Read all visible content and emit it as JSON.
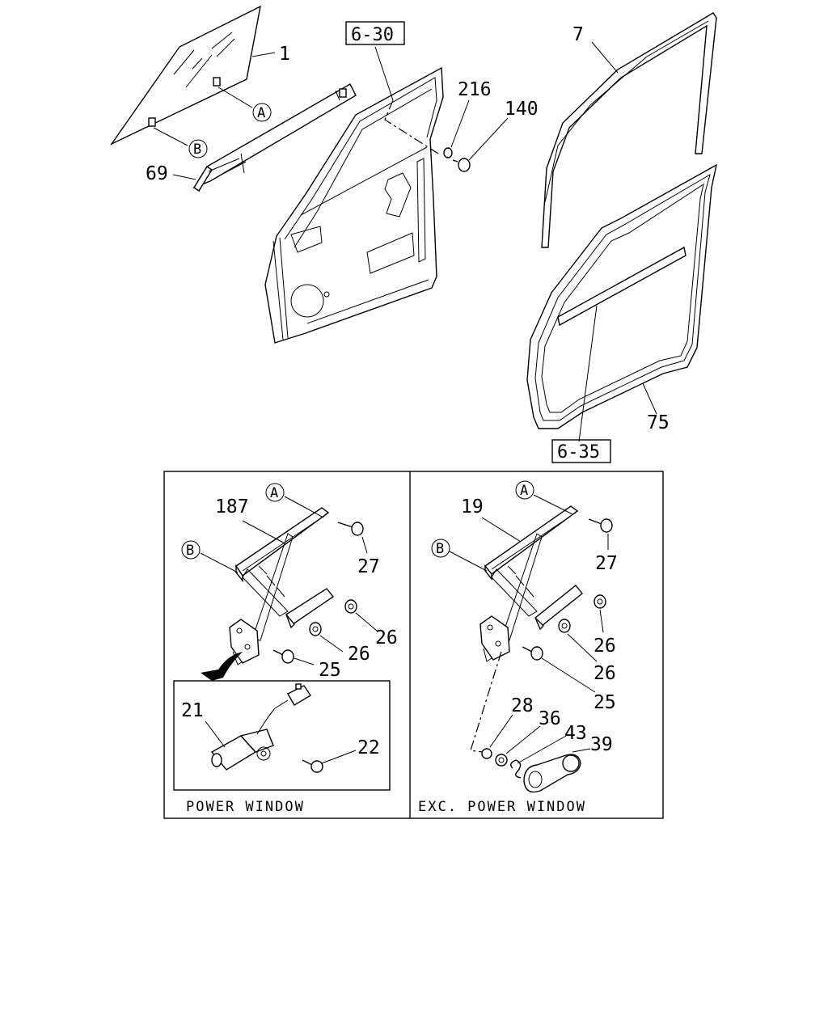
{
  "refs": {
    "door": "6-30",
    "weatherstrip": "6-35"
  },
  "callouts": {
    "glass": "1",
    "run_channel": "7",
    "sash": "69",
    "washer_216": "216",
    "bolt_140": "140",
    "weatherstrip": "75",
    "pw_regulator": "187",
    "pw_bolt_27": "27",
    "pw_nut_26a": "26",
    "pw_nut_26b": "26",
    "pw_bolt_25": "25",
    "pw_motor": "21",
    "pw_screw_22": "22",
    "mw_regulator": "19",
    "mw_bolt_27": "27",
    "mw_nut_26a": "26",
    "mw_nut_26b": "26",
    "mw_bolt_25": "25",
    "mw_washer_28": "28",
    "mw_spacer_36": "36",
    "mw_clip_43": "43",
    "mw_handle_39": "39"
  },
  "markers": {
    "a": "A",
    "b": "B"
  },
  "panels": {
    "power_window": "POWER WINDOW",
    "manual_window": "EXC. POWER WINDOW"
  }
}
